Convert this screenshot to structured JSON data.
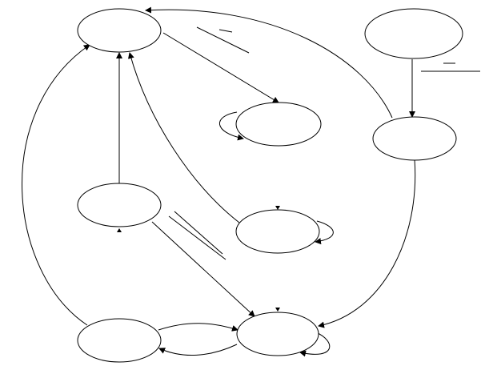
{
  "diagram": {
    "type": "state-diagram",
    "line_color": "#000000",
    "node_fill": "#ffffff",
    "nodes": [
      {
        "id": "n1",
        "label": ""
      },
      {
        "id": "n2",
        "label": ""
      },
      {
        "id": "n3",
        "label": ""
      },
      {
        "id": "n4",
        "label": ""
      },
      {
        "id": "n5",
        "label": ""
      },
      {
        "id": "n6",
        "label": ""
      },
      {
        "id": "n7",
        "label": ""
      },
      {
        "id": "n8",
        "label": ""
      }
    ],
    "edges": [
      {
        "id": "e-n1-n3",
        "from": "n1",
        "to": "n3"
      },
      {
        "id": "e-n3-self",
        "from": "n3",
        "to": "n3"
      },
      {
        "id": "e-n4-n1",
        "from": "n4",
        "to": "n1"
      },
      {
        "id": "e-n5-n1",
        "from": "n5",
        "to": "n1"
      },
      {
        "id": "e-n5-self",
        "from": "n5",
        "to": "n5"
      },
      {
        "id": "e-n6-n1",
        "from": "n6",
        "to": "n1"
      },
      {
        "id": "e-n2-n6",
        "from": "n2",
        "to": "n6"
      },
      {
        "id": "e-n7-n1",
        "from": "n7",
        "to": "n1"
      },
      {
        "id": "e-n7-n8",
        "from": "n7",
        "to": "n8"
      },
      {
        "id": "e-n8-n7",
        "from": "n8",
        "to": "n7"
      },
      {
        "id": "e-n8-self",
        "from": "n8",
        "to": "n8"
      },
      {
        "id": "e-n4-n8",
        "from": "n4",
        "to": "n8"
      },
      {
        "id": "e-n6-n8",
        "from": "n6",
        "to": "n8"
      }
    ]
  }
}
